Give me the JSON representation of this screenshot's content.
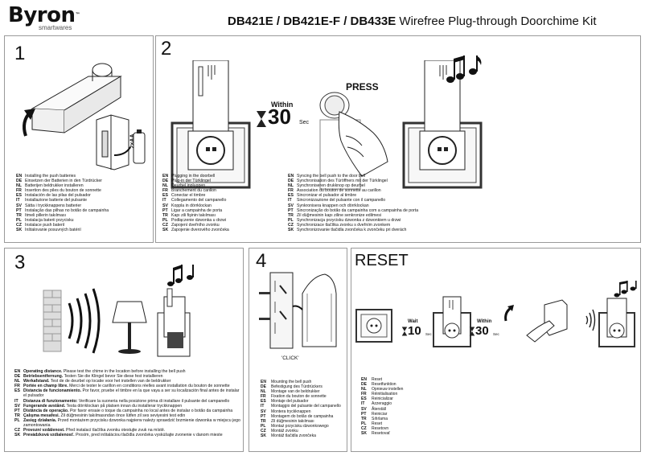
{
  "brand": {
    "name": "Byron",
    "tm": "™",
    "sub": "smartwares"
  },
  "title": {
    "model": "DB421E / DB421E-F / DB433E",
    "rest": " Wirefree Plug-through Doorchime Kit"
  },
  "panel1": {
    "num": "1",
    "battery_label": "2×AA",
    "lines": [
      {
        "code": "EN",
        "text": "Installing the push batteries"
      },
      {
        "code": "DE",
        "text": "Einsetzen der Batterien in den Türdrücker"
      },
      {
        "code": "NL",
        "text": "Batterijen beldrukker installeren"
      },
      {
        "code": "FR",
        "text": "Insertion des piles du bouton de sonnette"
      },
      {
        "code": "ES",
        "text": "Instalación de las pilas del pulsador"
      },
      {
        "code": "IT",
        "text": "Installazione batterie del pulsante"
      },
      {
        "code": "SV",
        "text": "Sätta i tryckknappens batterier"
      },
      {
        "code": "PT",
        "text": "Instalação das pilhas no botão de campainha"
      },
      {
        "code": "TR",
        "text": "Itmeli pillerin takılması"
      },
      {
        "code": "PL",
        "text": "Instalacja baterii przycisku"
      },
      {
        "code": "CZ",
        "text": "Instalace push baterií"
      },
      {
        "code": "SK",
        "text": "Inštalovanie posuvných batérií"
      }
    ]
  },
  "panel2": {
    "num": "2",
    "within": "Within",
    "seconds": "30",
    "sec": "Sec",
    "press": "PRESS",
    "lines_left": [
      {
        "code": "EN",
        "text": "Plugging in the doorbell"
      },
      {
        "code": "DE",
        "text": "Plug-in der Türklingel"
      },
      {
        "code": "NL",
        "text": "Deurbel inpluggen"
      },
      {
        "code": "FR",
        "text": "Branchement du carillon"
      },
      {
        "code": "ES",
        "text": "Conectar el timbre"
      },
      {
        "code": "IT",
        "text": "Collegamento del campanello"
      },
      {
        "code": "SV",
        "text": "Koppla in dörrklockan"
      },
      {
        "code": "PT",
        "text": "Ligar a campainha de porta"
      },
      {
        "code": "TR",
        "text": "Kapı zili fişinin takılması"
      },
      {
        "code": "PL",
        "text": "Podłączenie dzwonka u drzwi"
      },
      {
        "code": "CZ",
        "text": "Zapojení dveřního zvonku"
      },
      {
        "code": "SK",
        "text": "Zapojenie dverového zvončeka"
      }
    ],
    "lines_right": [
      {
        "code": "EN",
        "text": "Syncing the bell push to the door bell"
      },
      {
        "code": "DE",
        "text": "Synchronisation des Türöffners mit der Türklingel"
      },
      {
        "code": "NL",
        "text": "Synchroniseren drukknop op deurbel"
      },
      {
        "code": "FR",
        "text": "Association du bouton de sonnette au carillon"
      },
      {
        "code": "ES",
        "text": "Sincronizar el pulsador al timbre"
      },
      {
        "code": "IT",
        "text": "Sincronizzazione del pulsante con il campanello"
      },
      {
        "code": "SV",
        "text": "Synkronisera knappen och dörrklockan"
      },
      {
        "code": "PT",
        "text": "Sincronização do botão da campainha com a campainha de porta"
      },
      {
        "code": "TR",
        "text": "Zil düğmesinin kapı ziline senkronize edilmesi"
      },
      {
        "code": "PL",
        "text": "Synchronizacja przycisku dzwonka z dzwonkiem u drzwi"
      },
      {
        "code": "CZ",
        "text": "Synchronizace tlačítka zvonku s dveřním zvonkem"
      },
      {
        "code": "SK",
        "text": "Synchronizovanie tlačidla zvončeka k zvončeku pri dverách"
      }
    ]
  },
  "panel3": {
    "num": "3",
    "lines": [
      {
        "code": "EN",
        "bold": "Operating distance.",
        "text": " Please test the chime in the location before installing the bell push"
      },
      {
        "code": "DE",
        "bold": "Betriebsentfernung.",
        "text": " Testen Sie die Klingel bevor Sie diese fest installieren"
      },
      {
        "code": "NL",
        "bold": "Werkafstand.",
        "text": " Test de de deurbel op locatie voor het instellen van de beldrukker"
      },
      {
        "code": "FR",
        "bold": "Portée en champ libre.",
        "text": " Merci de tester le carillon en conditions réelles avant installation du bouton de sonnette"
      },
      {
        "code": "ES",
        "bold": "Distancia de funcionamiento.",
        "text": " Por favor, pruebe el timbre en la que vaya a ser su localización final antes de instalar"
      },
      {
        "code": "",
        "bold": "",
        "text": "el pulsador"
      },
      {
        "code": "IT",
        "bold": "Distanza di funzionamento:",
        "text": " Verificare la suoneria nella posizione prima di installare il pulsante del campanello"
      },
      {
        "code": "SV",
        "bold": "Fungerande avstånd.",
        "text": " Testa dörrklockan på platsen innan du installerar tryckknappen"
      },
      {
        "code": "PT",
        "bold": "Distância de operação.",
        "text": " Por favor ensaie o toque da campainha no local antes de instalar o botão da campainha"
      },
      {
        "code": "TR",
        "bold": "Çalışma mesafesi.",
        "text": " Zil düğmesinin takılmasından önce lütfen zil ses seviyesini test edin"
      },
      {
        "code": "PL",
        "bold": "Zasięg działania.",
        "text": " Przed montażem przycisku dzwonka najpierw należy sprawdzić brzmienie dzwonka w miejscu jego"
      },
      {
        "code": "",
        "bold": "",
        "text": "zamontowania"
      },
      {
        "code": "CZ",
        "bold": "Provozní vzdálenost.",
        "text": " Před instalací tlačítka zvonku otestujte zvuk na místě."
      },
      {
        "code": "SK",
        "bold": "Prevádzková vzdialenosť.",
        "text": " Prosím, pred inštaláciou tlačidla zvončeka vyskúšajte zvonenie v danom mieste"
      }
    ]
  },
  "panel4": {
    "num": "4",
    "click": "'CLICK'",
    "lines": [
      {
        "code": "EN",
        "text": "Mounting the bell push"
      },
      {
        "code": "DE",
        "text": "Befestigung des Türdrückers"
      },
      {
        "code": "NL",
        "text": "Montage van de beldrukker"
      },
      {
        "code": "FR",
        "text": "Fixation du bouton de sonnette"
      },
      {
        "code": "ES",
        "text": "Montaje del pulsador"
      },
      {
        "code": "IT",
        "text": "Montaggio del pulsante del campanello"
      },
      {
        "code": "SV",
        "text": "Montera tryckknappen"
      },
      {
        "code": "PT",
        "text": "Montagem do botão de campainha"
      },
      {
        "code": "TR",
        "text": "Zil düğmesinin takılması"
      },
      {
        "code": "PL",
        "text": "Montaż przycisku dzwonkowego"
      },
      {
        "code": "CZ",
        "text": "Montáž zvonku"
      },
      {
        "code": "SK",
        "text": "Montáž tlačidla zvončeka"
      }
    ]
  },
  "reset": {
    "title": "RESET",
    "wait": "Wait",
    "wait_num": "10",
    "within": "Within",
    "within_num": "30",
    "sec": "Sec",
    "lines": [
      {
        "code": "EN",
        "text": "Reset"
      },
      {
        "code": "DE",
        "text": "Resetfunktion"
      },
      {
        "code": "NL",
        "text": "Opnieuw instellen"
      },
      {
        "code": "FR",
        "text": "Réinitialisation"
      },
      {
        "code": "ES",
        "text": "Reinicializar"
      },
      {
        "code": "IT",
        "text": "Azzeraggio"
      },
      {
        "code": "SV",
        "text": "Återställ"
      },
      {
        "code": "PT",
        "text": "Reiniciar"
      },
      {
        "code": "TR",
        "text": "Sıfırlama"
      },
      {
        "code": "PL",
        "text": "Reset"
      },
      {
        "code": "CZ",
        "text": "Resetovn"
      },
      {
        "code": "SK",
        "text": "Resetovať"
      }
    ]
  }
}
